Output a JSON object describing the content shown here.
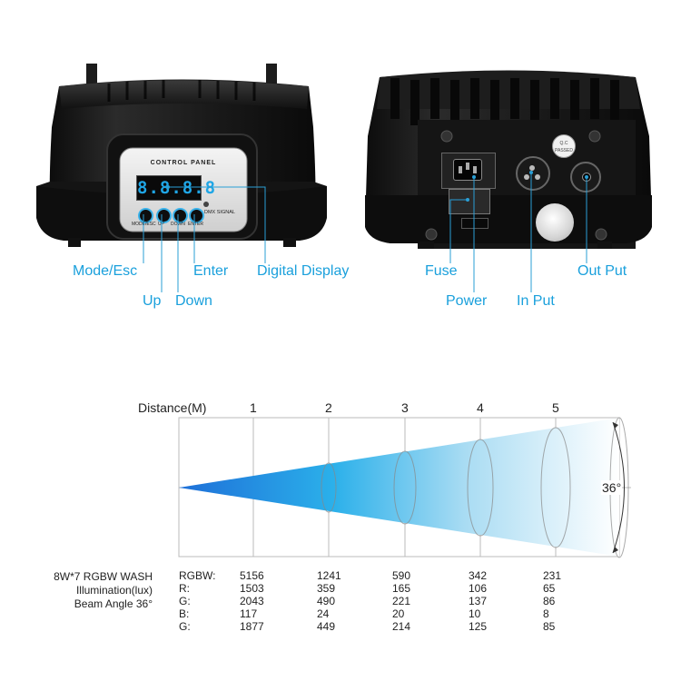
{
  "device_front": {
    "panel_title": "CONTROL PANEL",
    "display_digits": "8.8.8.8",
    "signal_label": "DMX SIGNAL",
    "button_labels": [
      "MODE/ESC",
      "UP",
      "DOWN",
      "ENTER"
    ]
  },
  "device_back": {
    "qc_sticker": "Q.C PASSED"
  },
  "callouts": {
    "mode_esc": "Mode/Esc",
    "up": "Up",
    "down": "Down",
    "enter": "Enter",
    "digital_display": "Digital Display",
    "fuse": "Fuse",
    "power": "Power",
    "in_put": "In Put",
    "out_put": "Out Put"
  },
  "beam": {
    "distance_label": "Distance(M)",
    "distances": [
      "1",
      "2",
      "3",
      "4",
      "5"
    ],
    "angle_label": "36°",
    "colors": {
      "beam_start": "#1e6fd8",
      "beam_end": "#ffffff"
    }
  },
  "specs": {
    "product": "8W*7 RGBW WASH",
    "illumination": "Illumination(lux)",
    "beam_angle": "Beam Angle 36°",
    "rows": [
      {
        "label": "RGBW:",
        "values": [
          "5156",
          "1241",
          "590",
          "342",
          "231"
        ]
      },
      {
        "label": "R:",
        "values": [
          "1503",
          "359",
          "165",
          "106",
          "65"
        ]
      },
      {
        "label": "G:",
        "values": [
          "2043",
          "490",
          "221",
          "137",
          "86"
        ]
      },
      {
        "label": "B:",
        "values": [
          "117",
          "24",
          "20",
          "10",
          "8"
        ]
      },
      {
        "label": "G:",
        "values": [
          "1877",
          "449",
          "214",
          "125",
          "85"
        ]
      }
    ]
  }
}
